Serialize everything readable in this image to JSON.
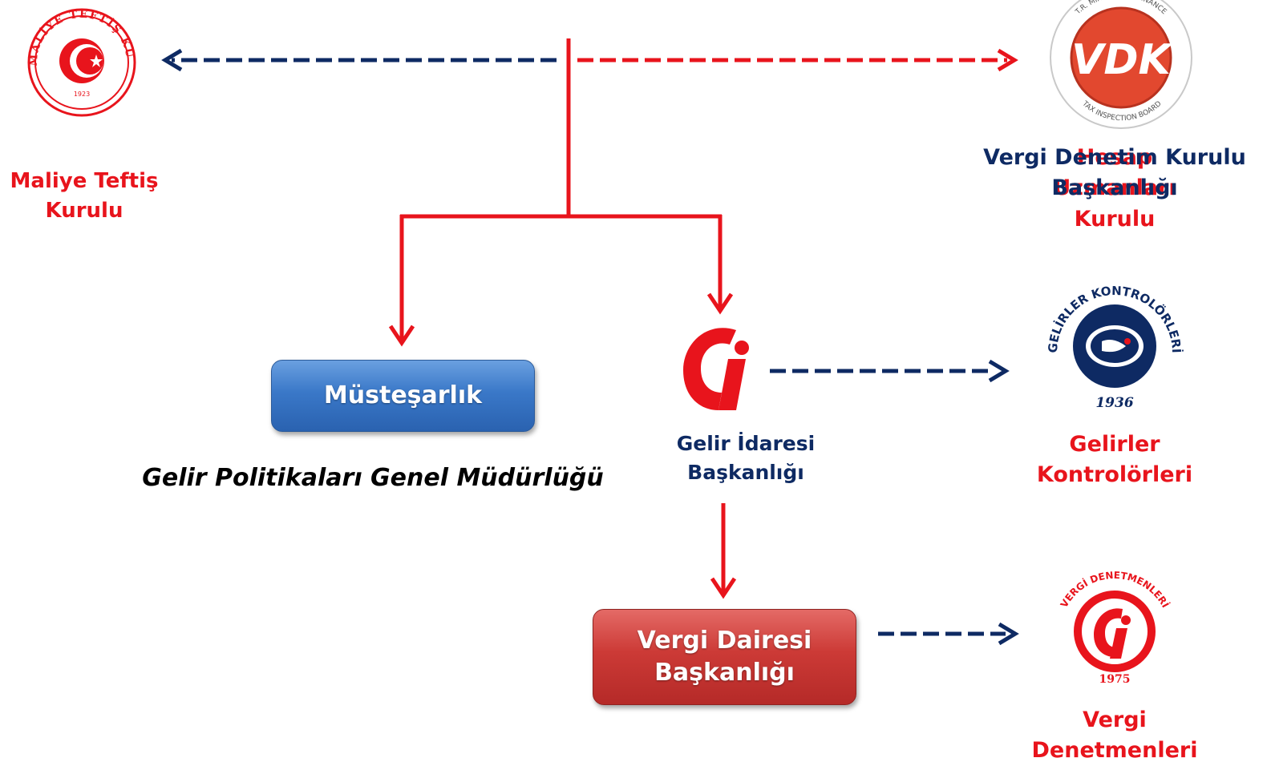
{
  "nodes": {
    "maliye": {
      "line1": "Maliye Teftiş",
      "line2": "Kurulu",
      "seal_text": "T.C. MALİYE TEFTİŞ KURULU",
      "seal_year": "1923"
    },
    "vdk": {
      "line1": "Vergi Denetim Kurulu",
      "line2": "Başkanlığı",
      "overlay_line1": "Hesap",
      "overlay_line2": "Uzmanları",
      "overlay_line3": "Kurulu",
      "logo_text": "VDK",
      "ring_top": "T.R. MINISTRY OF FINANCE",
      "ring_bottom": "TAX INSPECTION BOARD"
    },
    "mustesarlik": {
      "label": "Müsteşarlık"
    },
    "gpgm": {
      "label": "Gelir Politikaları Genel Müdürlüğü"
    },
    "gib": {
      "line1": "Gelir İdaresi",
      "line2": "Başkanlığı",
      "logo_letter": "Gİ"
    },
    "gelirler": {
      "line1": "Gelirler",
      "line2": "Kontrolörleri",
      "ring_text": "GELİRLER KONTROLÖRLERİ",
      "year": "1936"
    },
    "vdb": {
      "line1": "Vergi Dairesi",
      "line2": "Başkanlığı"
    },
    "denetmen": {
      "line1": "Vergi",
      "line2": "Denetmenleri",
      "ring_text": "VERGİ DENETMENLERİ",
      "year": "1975"
    }
  },
  "colors": {
    "red": "#e8141c",
    "navy": "#0e2a63",
    "blue_box": "#3a78c8",
    "red_box": "#cc3a36"
  }
}
